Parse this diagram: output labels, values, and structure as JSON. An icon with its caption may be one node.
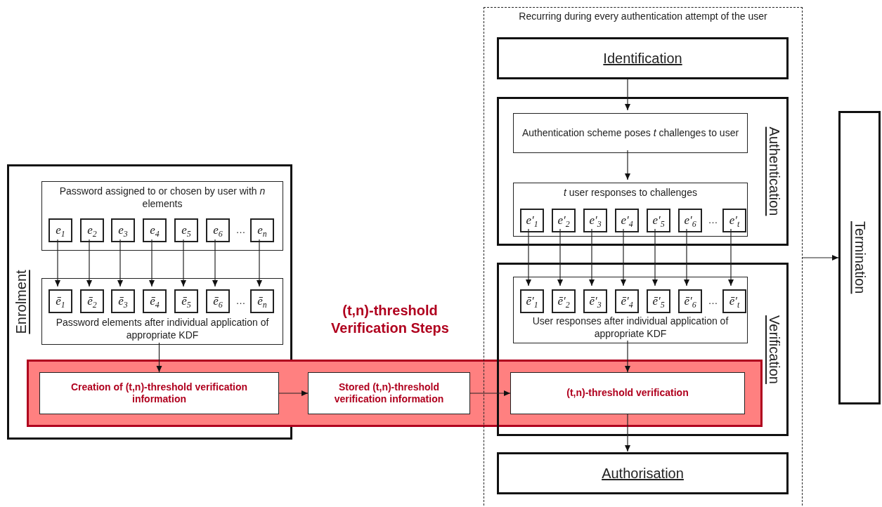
{
  "diagram": {
    "nodes": [
      {
        "text": [
          "Enrolment"
        ]
      },
      {
        "text": [
          "Password assigned to or chosen by user with *n* elements",
          "…"
        ],
        "in": 0
      },
      {
        "text": [
          "e$_{1}$"
        ],
        "in": 1
      },
      {
        "text": [
          "e$_{2}$"
        ],
        "in": 1
      },
      {
        "text": [
          "e$_{3}$"
        ],
        "in": 1
      },
      {
        "text": [
          "e$_{4}$"
        ],
        "in": 1
      },
      {
        "text": [
          "e$_{5}$"
        ],
        "in": 1
      },
      {
        "text": [
          "e$_{6}$"
        ],
        "in": 1
      },
      {
        "text": [
          "e$_{n}$"
        ],
        "in": 1
      },
      {
        "text": [
          "…",
          "Password elements after individual application of appropriate KDF"
        ],
        "in": 0
      },
      {
        "text": [
          "ē$_{1}$"
        ],
        "in": 9
      },
      {
        "text": [
          "ē$_{2}$"
        ],
        "in": 9
      },
      {
        "text": [
          "ē$_{3}$"
        ],
        "in": 9
      },
      {
        "text": [
          "ē$_{4}$"
        ],
        "in": 9
      },
      {
        "text": [
          "ē$_{5}$"
        ],
        "in": 9
      },
      {
        "text": [
          "ē$_{6}$"
        ],
        "in": 9
      },
      {
        "text": [
          "ē$_{n}$"
        ],
        "in": 9
      },
      {
        "text": [
          "(t,n)-threshold Verification Steps"
        ]
      },
      {
        "text": [
          "Creation of (t,n)-threshold verification information"
        ]
      },
      {
        "text": [
          "Stored (t,n)-threshold verification information"
        ],
        "in": 17
      },
      {
        "text": [
          "Recurring during every authentication attempt of the user"
        ]
      },
      {
        "text": [
          "Identification"
        ],
        "in": 20
      },
      {
        "text": [
          "Authentication"
        ],
        "in": 20
      },
      {
        "text": [
          "Authentication scheme poses *t* challenges to user"
        ],
        "in": 22
      },
      {
        "text": [
          "*t* user responses to challenges",
          "…"
        ],
        "in": 22
      },
      {
        "text": [
          "e′$_{1}$"
        ],
        "in": 24
      },
      {
        "text": [
          "e′$_{2}$"
        ],
        "in": 24
      },
      {
        "text": [
          "e′$_{3}$"
        ],
        "in": 24
      },
      {
        "text": [
          "e′$_{4}$"
        ],
        "in": 24
      },
      {
        "text": [
          "e′$_{5}$"
        ],
        "in": 24
      },
      {
        "text": [
          "e′$_{6}$"
        ],
        "in": 24
      },
      {
        "text": [
          "e′$_{t}$"
        ],
        "in": 24
      },
      {
        "text": [
          "Verification"
        ],
        "in": 20
      },
      {
        "text": [
          "…",
          "User responses after individual application of appropriate KDF"
        ],
        "in": 32
      },
      {
        "text": [
          "ē′$_{1}$"
        ],
        "in": 33
      },
      {
        "text": [
          "ē′$_{2}$"
        ],
        "in": 33
      },
      {
        "text": [
          "ē′$_{3}$"
        ],
        "in": 33
      },
      {
        "text": [
          "ē′$_{4}$"
        ],
        "in": 33
      },
      {
        "text": [
          "ē′$_{5}$"
        ],
        "in": 33
      },
      {
        "text": [
          "ē′$_{6}$"
        ],
        "in": 33
      },
      {
        "text": [
          "ē′$_{t}$"
        ],
        "in": 33
      },
      {
        "text": [
          "(t,n)-threshold verification"
        ]
      },
      {
        "text": [
          "Authorisation"
        ],
        "in": 20
      },
      {
        "text": [
          "Termination"
        ]
      }
    ],
    "edges": [
      {
        "from": 2,
        "to": 10,
        "arrow": "to"
      },
      {
        "from": 3,
        "to": 11,
        "arrow": "to"
      },
      {
        "from": 4,
        "to": 12,
        "arrow": "to"
      },
      {
        "from": 5,
        "to": 13,
        "arrow": "to"
      },
      {
        "from": 6,
        "to": 14,
        "arrow": "to"
      },
      {
        "from": 7,
        "to": 15,
        "arrow": "to"
      },
      {
        "from": 8,
        "to": 16,
        "arrow": "to"
      },
      {
        "from": 9,
        "to": 18,
        "arrow": "to"
      },
      {
        "from": 18,
        "to": 19,
        "arrow": "to"
      },
      {
        "from": 19,
        "to": 41,
        "arrow": "to"
      },
      {
        "from": 21,
        "to": 23,
        "arrow": "to"
      },
      {
        "from": 23,
        "to": 24,
        "arrow": "to"
      },
      {
        "from": 25,
        "to": 34,
        "arrow": "to"
      },
      {
        "from": 26,
        "to": 35,
        "arrow": "to"
      },
      {
        "from": 27,
        "to": 36,
        "arrow": "to"
      },
      {
        "from": 28,
        "to": 37,
        "arrow": "to"
      },
      {
        "from": 29,
        "to": 38,
        "arrow": "to"
      },
      {
        "from": 30,
        "to": 39,
        "arrow": "to"
      },
      {
        "from": 31,
        "to": 40,
        "arrow": "to"
      },
      {
        "from": 33,
        "to": 41,
        "arrow": "to"
      },
      {
        "from": 41,
        "to": 42,
        "arrow": "to"
      },
      {
        "from": 20,
        "to": 43,
        "arrow": "to"
      }
    ]
  }
}
